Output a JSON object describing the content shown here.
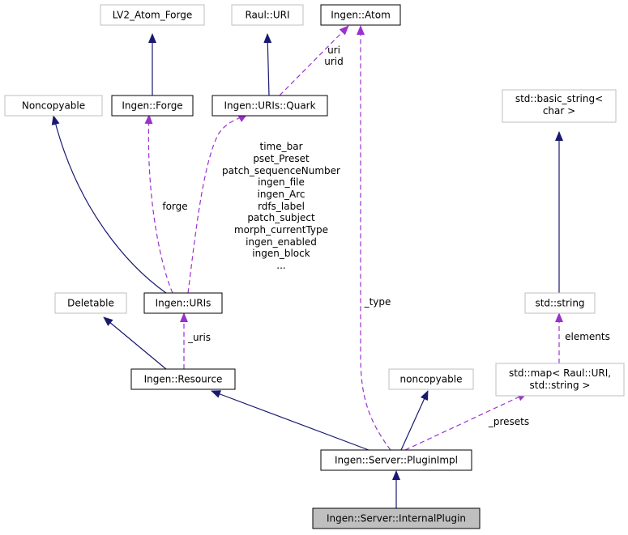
{
  "colors": {
    "inheritance": "#191970",
    "usage": "#9a32cd",
    "border_documented": "#000000",
    "border_external": "#bfbfbf",
    "fill_highlight": "#bfbfbf",
    "fill_default": "#ffffff"
  },
  "nodes": {
    "lv2_atom_forge": {
      "label": "LV2_Atom_Forge",
      "style": "external"
    },
    "raul_uri": {
      "label": "Raul::URI",
      "style": "external"
    },
    "ingen_atom": {
      "label": "Ingen::Atom",
      "style": "documented"
    },
    "noncopyable_cap": {
      "label": "Noncopyable",
      "style": "external"
    },
    "ingen_forge": {
      "label": "Ingen::Forge",
      "style": "documented"
    },
    "ingen_uris_quark": {
      "label": "Ingen::URIs::Quark",
      "style": "documented"
    },
    "std_basic_string": {
      "lines": [
        "std::basic_string<",
        "char >"
      ],
      "style": "external"
    },
    "deletable": {
      "label": "Deletable",
      "style": "external"
    },
    "ingen_uris": {
      "label": "Ingen::URIs",
      "style": "documented"
    },
    "std_string": {
      "label": "std::string",
      "style": "external"
    },
    "ingen_resource": {
      "label": "Ingen::Resource",
      "style": "documented"
    },
    "noncopyable_lower": {
      "label": "noncopyable",
      "style": "external"
    },
    "std_map": {
      "lines": [
        "std::map< Raul::URI,",
        "std::string >"
      ],
      "style": "external"
    },
    "plugin_impl": {
      "label": "Ingen::Server::PluginImpl",
      "style": "documented"
    },
    "internal_plugin": {
      "label": "Ingen::Server::InternalPlugin",
      "style": "highlight"
    }
  },
  "edge_labels": {
    "uri_urid": [
      "uri",
      "urid"
    ],
    "forge": "forge",
    "quark_members": [
      "time_bar",
      "pset_Preset",
      "patch_sequenceNumber",
      "ingen_file",
      "ingen_Arc",
      "rdfs_label",
      "patch_subject",
      "morph_currentType",
      "ingen_enabled",
      "ingen_block",
      "..."
    ],
    "type": "_type",
    "uris": "_uris",
    "elements": "elements",
    "presets": "_presets"
  }
}
